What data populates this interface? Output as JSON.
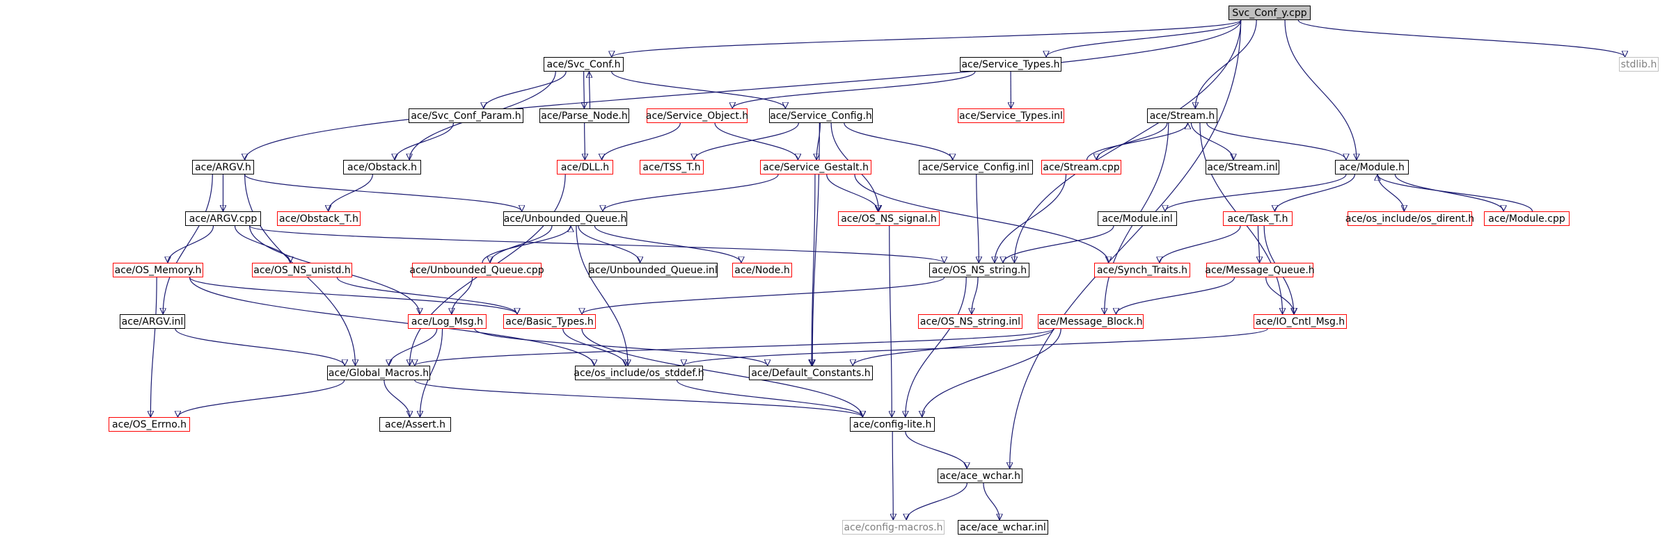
{
  "graph": {
    "edge_color": "#191970",
    "nodes": [
      {
        "id": "svc_conf_y_cpp",
        "label": "Svc_Conf_y.cpp",
        "style": "root"
      },
      {
        "id": "stdlib_h",
        "label": "stdlib.h",
        "style": "gray"
      },
      {
        "id": "svc_conf_h",
        "label": "ace/Svc_Conf.h",
        "style": "black"
      },
      {
        "id": "service_types_h",
        "label": "ace/Service_Types.h",
        "style": "black"
      },
      {
        "id": "svc_conf_param_h",
        "label": "ace/Svc_Conf_Param.h",
        "style": "black"
      },
      {
        "id": "parse_node_h",
        "label": "ace/Parse_Node.h",
        "style": "black"
      },
      {
        "id": "service_object_h",
        "label": "ace/Service_Object.h",
        "style": "red"
      },
      {
        "id": "service_config_h",
        "label": "ace/Service_Config.h",
        "style": "black"
      },
      {
        "id": "service_types_inl",
        "label": "ace/Service_Types.inl",
        "style": "red"
      },
      {
        "id": "stream_h",
        "label": "ace/Stream.h",
        "style": "black"
      },
      {
        "id": "argv_h",
        "label": "ace/ARGV.h",
        "style": "black"
      },
      {
        "id": "obstack_h",
        "label": "ace/Obstack.h",
        "style": "black"
      },
      {
        "id": "dll_h",
        "label": "ace/DLL.h",
        "style": "red"
      },
      {
        "id": "tss_t_h",
        "label": "ace/TSS_T.h",
        "style": "red"
      },
      {
        "id": "service_gestalt_h",
        "label": "ace/Service_Gestalt.h",
        "style": "red"
      },
      {
        "id": "service_config_inl",
        "label": "ace/Service_Config.inl",
        "style": "black"
      },
      {
        "id": "stream_cpp",
        "label": "ace/Stream.cpp",
        "style": "red"
      },
      {
        "id": "stream_inl",
        "label": "ace/Stream.inl",
        "style": "black"
      },
      {
        "id": "module_h",
        "label": "ace/Module.h",
        "style": "black"
      },
      {
        "id": "argv_cpp",
        "label": "ace/ARGV.cpp",
        "style": "black"
      },
      {
        "id": "obstack_t_h",
        "label": "ace/Obstack_T.h",
        "style": "red"
      },
      {
        "id": "unbounded_queue_h",
        "label": "ace/Unbounded_Queue.h",
        "style": "black"
      },
      {
        "id": "os_ns_signal_h",
        "label": "ace/OS_NS_signal.h",
        "style": "red"
      },
      {
        "id": "module_inl",
        "label": "ace/Module.inl",
        "style": "black"
      },
      {
        "id": "task_t_h",
        "label": "ace/Task_T.h",
        "style": "red"
      },
      {
        "id": "os_dirent_h",
        "label": "ace/os_include/os_dirent.h",
        "style": "red"
      },
      {
        "id": "module_cpp",
        "label": "ace/Module.cpp",
        "style": "red"
      },
      {
        "id": "os_memory_h",
        "label": "ace/OS_Memory.h",
        "style": "red"
      },
      {
        "id": "os_ns_unistd_h",
        "label": "ace/OS_NS_unistd.h",
        "style": "red"
      },
      {
        "id": "unbounded_queue_cpp",
        "label": "ace/Unbounded_Queue.cpp",
        "style": "red"
      },
      {
        "id": "unbounded_queue_inl",
        "label": "ace/Unbounded_Queue.inl",
        "style": "black"
      },
      {
        "id": "node_h",
        "label": "ace/Node.h",
        "style": "red"
      },
      {
        "id": "os_ns_string_h",
        "label": "ace/OS_NS_string.h",
        "style": "black"
      },
      {
        "id": "synch_traits_h",
        "label": "ace/Synch_Traits.h",
        "style": "red"
      },
      {
        "id": "message_queue_h",
        "label": "ace/Message_Queue.h",
        "style": "red"
      },
      {
        "id": "argv_inl",
        "label": "ace/ARGV.inl",
        "style": "black"
      },
      {
        "id": "log_msg_h",
        "label": "ace/Log_Msg.h",
        "style": "red"
      },
      {
        "id": "basic_types_h",
        "label": "ace/Basic_Types.h",
        "style": "red"
      },
      {
        "id": "os_ns_string_inl",
        "label": "ace/OS_NS_string.inl",
        "style": "red"
      },
      {
        "id": "message_block_h",
        "label": "ace/Message_Block.h",
        "style": "red"
      },
      {
        "id": "io_cntl_msg_h",
        "label": "ace/IO_Cntl_Msg.h",
        "style": "red"
      },
      {
        "id": "global_macros_h",
        "label": "ace/Global_Macros.h",
        "style": "black"
      },
      {
        "id": "os_stddef_h",
        "label": "ace/os_include/os_stddef.h",
        "style": "black"
      },
      {
        "id": "default_constants_h",
        "label": "ace/Default_Constants.h",
        "style": "black"
      },
      {
        "id": "os_errno_h",
        "label": "ace/OS_Errno.h",
        "style": "red"
      },
      {
        "id": "assert_h",
        "label": "ace/Assert.h",
        "style": "black"
      },
      {
        "id": "config_lite_h",
        "label": "ace/config-lite.h",
        "style": "black"
      },
      {
        "id": "ace_wchar_h",
        "label": "ace/ace_wchar.h",
        "style": "black"
      },
      {
        "id": "config_macros_h",
        "label": "ace/config-macros.h",
        "style": "gray"
      },
      {
        "id": "ace_wchar_inl",
        "label": "ace/ace_wchar.inl",
        "style": "black"
      }
    ],
    "edges": [
      [
        "svc_conf_y_cpp",
        "stdlib_h"
      ],
      [
        "svc_conf_y_cpp",
        "svc_conf_h"
      ],
      [
        "svc_conf_y_cpp",
        "service_types_h"
      ],
      [
        "svc_conf_y_cpp",
        "argv_h"
      ],
      [
        "svc_conf_y_cpp",
        "stream_h"
      ],
      [
        "svc_conf_y_cpp",
        "module_h"
      ],
      [
        "svc_conf_y_cpp",
        "os_ns_string_h"
      ],
      [
        "svc_conf_y_cpp",
        "ace_wchar_h"
      ],
      [
        "svc_conf_h",
        "svc_conf_param_h"
      ],
      [
        "svc_conf_h",
        "parse_node_h"
      ],
      [
        "svc_conf_h",
        "service_config_h"
      ],
      [
        "svc_conf_h",
        "obstack_h"
      ],
      [
        "parse_node_h",
        "svc_conf_h"
      ],
      [
        "parse_node_h",
        "dll_h"
      ],
      [
        "service_types_h",
        "service_object_h"
      ],
      [
        "service_types_h",
        "service_types_inl"
      ],
      [
        "svc_conf_param_h",
        "obstack_h"
      ],
      [
        "service_object_h",
        "dll_h"
      ],
      [
        "service_object_h",
        "service_gestalt_h"
      ],
      [
        "service_config_h",
        "tss_t_h"
      ],
      [
        "service_config_h",
        "service_gestalt_h"
      ],
      [
        "service_config_h",
        "service_config_inl"
      ],
      [
        "service_config_h",
        "os_ns_signal_h"
      ],
      [
        "service_config_h",
        "default_constants_h"
      ],
      [
        "stream_h",
        "stream_cpp"
      ],
      [
        "stream_h",
        "stream_inl"
      ],
      [
        "stream_h",
        "module_h"
      ],
      [
        "stream_h",
        "message_block_h"
      ],
      [
        "stream_h",
        "io_cntl_msg_h"
      ],
      [
        "stream_cpp",
        "stream_h"
      ],
      [
        "stream_cpp",
        "os_ns_string_h"
      ],
      [
        "argv_h",
        "argv_cpp"
      ],
      [
        "argv_h",
        "unbounded_queue_h"
      ],
      [
        "argv_h",
        "argv_inl"
      ],
      [
        "argv_h",
        "global_macros_h"
      ],
      [
        "obstack_h",
        "obstack_t_h"
      ],
      [
        "dll_h",
        "global_macros_h"
      ],
      [
        "service_gestalt_h",
        "unbounded_queue_h"
      ],
      [
        "service_gestalt_h",
        "os_ns_signal_h"
      ],
      [
        "service_gestalt_h",
        "synch_traits_h"
      ],
      [
        "service_gestalt_h",
        "default_constants_h"
      ],
      [
        "service_config_inl",
        "os_ns_string_h"
      ],
      [
        "module_h",
        "module_inl"
      ],
      [
        "module_h",
        "task_t_h"
      ],
      [
        "module_h",
        "os_dirent_h"
      ],
      [
        "module_h",
        "module_cpp"
      ],
      [
        "module_cpp",
        "module_h"
      ],
      [
        "module_inl",
        "os_ns_string_h"
      ],
      [
        "argv_cpp",
        "os_memory_h"
      ],
      [
        "argv_cpp",
        "os_ns_unistd_h"
      ],
      [
        "argv_cpp",
        "os_ns_string_h"
      ],
      [
        "argv_cpp",
        "log_msg_h"
      ],
      [
        "unbounded_queue_h",
        "unbounded_queue_cpp"
      ],
      [
        "unbounded_queue_h",
        "unbounded_queue_inl"
      ],
      [
        "unbounded_queue_h",
        "node_h"
      ],
      [
        "unbounded_queue_h",
        "os_stddef_h"
      ],
      [
        "unbounded_queue_cpp",
        "unbounded_queue_h"
      ],
      [
        "unbounded_queue_cpp",
        "log_msg_h"
      ],
      [
        "os_ns_signal_h",
        "config_lite_h"
      ],
      [
        "task_t_h",
        "synch_traits_h"
      ],
      [
        "task_t_h",
        "message_queue_h"
      ],
      [
        "task_t_h",
        "io_cntl_msg_h"
      ],
      [
        "os_memory_h",
        "basic_types_h"
      ],
      [
        "os_memory_h",
        "os_stddef_h"
      ],
      [
        "os_memory_h",
        "os_errno_h"
      ],
      [
        "os_ns_unistd_h",
        "basic_types_h"
      ],
      [
        "os_ns_string_h",
        "basic_types_h"
      ],
      [
        "os_ns_string_h",
        "os_ns_string_inl"
      ],
      [
        "os_ns_string_h",
        "config_lite_h"
      ],
      [
        "message_queue_h",
        "io_cntl_msg_h"
      ],
      [
        "message_queue_h",
        "message_block_h"
      ],
      [
        "argv_inl",
        "global_macros_h"
      ],
      [
        "log_msg_h",
        "global_macros_h"
      ],
      [
        "log_msg_h",
        "default_constants_h"
      ],
      [
        "log_msg_h",
        "assert_h"
      ],
      [
        "basic_types_h",
        "os_stddef_h"
      ],
      [
        "basic_types_h",
        "config_lite_h"
      ],
      [
        "message_block_h",
        "global_macros_h"
      ],
      [
        "message_block_h",
        "default_constants_h"
      ],
      [
        "message_block_h",
        "config_lite_h"
      ],
      [
        "io_cntl_msg_h",
        "os_stddef_h"
      ],
      [
        "global_macros_h",
        "os_errno_h"
      ],
      [
        "global_macros_h",
        "assert_h"
      ],
      [
        "global_macros_h",
        "config_lite_h"
      ],
      [
        "os_stddef_h",
        "config_lite_h"
      ],
      [
        "config_lite_h",
        "ace_wchar_h"
      ],
      [
        "config_lite_h",
        "config_macros_h"
      ],
      [
        "ace_wchar_h",
        "config_macros_h"
      ],
      [
        "ace_wchar_h",
        "ace_wchar_inl"
      ]
    ]
  }
}
